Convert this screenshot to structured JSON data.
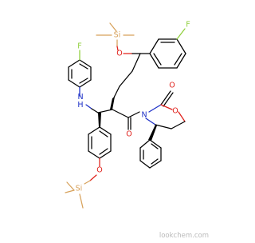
{
  "atoms": {
    "si_top": "Si",
    "o_top": "O",
    "f_right": "F",
    "f_left": "F",
    "nh": "N\nH",
    "o_carbonyl": "O",
    "n_ring": "N",
    "o_ring_carbonyl": "O",
    "o_ring": "O",
    "o_bottom": "O",
    "si_bottom": "Si"
  },
  "watermark": {
    "text": "lookchem.com"
  },
  "colors": {
    "carbon_bond": "#000000",
    "silicon": "#d7a15a",
    "oxygen": "#e0201b",
    "nitrogen": "#1c2fc7",
    "fluorine": "#8fcf3c",
    "watermark": "#b9b9b9"
  }
}
